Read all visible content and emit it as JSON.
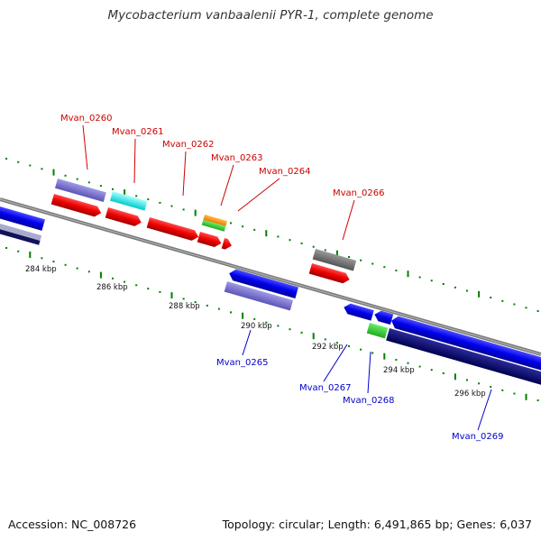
{
  "title": "Mycobacterium vanbaalenii PYR-1, complete genome",
  "accession": "Accession: NC_008726",
  "summary": "Topology: circular; Length: 6,491,865 bp; Genes: 6,037",
  "colors": {
    "forward_label": "#cc0000",
    "reverse_label": "#0000cc",
    "backbone": "#808080",
    "tick": "#008000"
  },
  "scale_labels": [
    "284 kbp",
    "286 kbp",
    "288 kbp",
    "290 kbp",
    "292 kbp",
    "294 kbp",
    "296 kbp"
  ],
  "gene_labels": {
    "forward": [
      "Mvan_0260",
      "Mvan_0261",
      "Mvan_0262",
      "Mvan_0263",
      "Mvan_0264",
      "Mvan_0266"
    ],
    "reverse": [
      "Mvan_0265",
      "Mvan_0267",
      "Mvan_0268",
      "Mvan_0269"
    ]
  }
}
